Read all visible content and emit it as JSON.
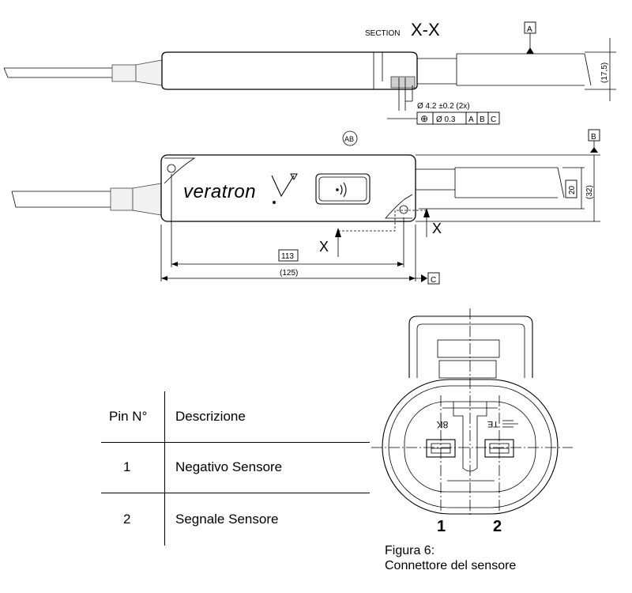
{
  "section_view": {
    "title": "X-X",
    "title_prefix": "SECTION",
    "datum_a": "A",
    "height_dim": "(17,5)",
    "hole_note": "Ø 4.2 ±0.2  (2x)",
    "position_tol": {
      "symbol": "⊕",
      "value": "Ø 0.3",
      "datums": [
        "A",
        "B",
        "C"
      ]
    }
  },
  "top_view": {
    "detail_label": "AB",
    "datum_b": "B",
    "datum_c": "C",
    "brand": "veratron",
    "width_inner": "20",
    "width_outer": "(32)",
    "length_basic": "113",
    "length_overall": "(125)",
    "section_marker": "X"
  },
  "pin_table": {
    "headers": [
      "Pin N°",
      "Descrizione"
    ],
    "rows": [
      {
        "pin": "1",
        "description": "Negativo Sensore"
      },
      {
        "pin": "2",
        "description": "Segnale Sensore"
      }
    ]
  },
  "connector": {
    "pin_labels": [
      "1",
      "2"
    ],
    "marking_left": "8K",
    "marking_right": "TE"
  },
  "figure_caption": {
    "line1": "Figura 6:",
    "line2": "Connettore del sensore"
  }
}
